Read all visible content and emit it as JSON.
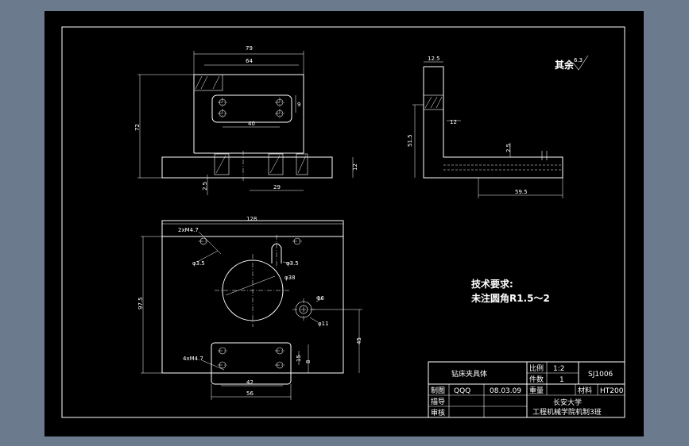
{
  "dimensions": {
    "d79": "79",
    "d64": "64",
    "d72": "72",
    "d40": "40",
    "d9": "9",
    "d25a": "2.5",
    "d29": "29",
    "d12a": "12",
    "d125": "12.5",
    "d515": "51.5",
    "d12b": "12",
    "d25b": "2.5",
    "d595": "59.5",
    "d128": "128",
    "d975": "97.5",
    "hole2": "2xM4.7",
    "phi35a": "φ3.5",
    "phi35b": "φ3.5",
    "phi38": "φ38",
    "d6": "Φ6",
    "phi11": "φ11",
    "d45": "45",
    "hole4": "4xM4.7",
    "d15": "15",
    "d8": "8",
    "d42": "42",
    "d56": "56"
  },
  "roughness": {
    "label": "其余",
    "value": "6.3"
  },
  "tech": {
    "title": "技术要求:",
    "line1": "未注圆角R1.5～2"
  },
  "titleblock": {
    "name": "钻床夹具体",
    "scale_label": "比例",
    "scale": "1:2",
    "qty_label": "件数",
    "qty": "1",
    "code": "SJ1006",
    "weight_label": "重量",
    "material_label": "材料",
    "material": "HT200",
    "drawn_label": "制图",
    "drawn_by": "QQQ",
    "date": "08.03.09",
    "design_label": "描导",
    "check_label": "审核",
    "school": "长安大学",
    "class": "工程机械学院机制3班"
  }
}
